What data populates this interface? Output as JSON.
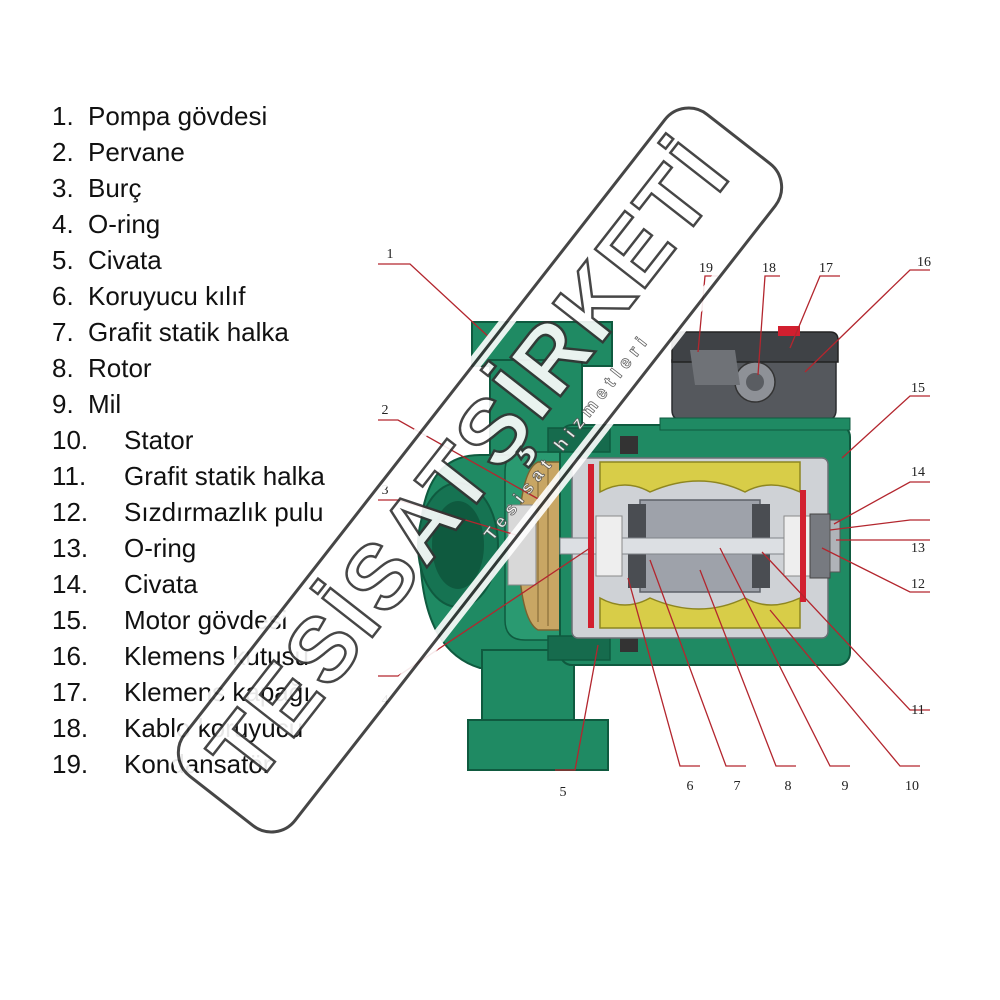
{
  "legend": [
    {
      "num": "1.",
      "text": "Pompa gövdesi"
    },
    {
      "num": "2.",
      "text": "Pervane"
    },
    {
      "num": "3.",
      "text": "Burç"
    },
    {
      "num": "4.",
      "text": "O-ring"
    },
    {
      "num": "5.",
      "text": "Civata"
    },
    {
      "num": "6.",
      "text": "Koruyucu kılıf"
    },
    {
      "num": "7.",
      "text": "Grafit statik halka"
    },
    {
      "num": "8.",
      "text": "Rotor"
    },
    {
      "num": "9.",
      "text": "Mil"
    },
    {
      "num": "10.",
      "text": "Stator"
    },
    {
      "num": "11.",
      "text": "Grafit statik halka"
    },
    {
      "num": "12.",
      "text": "Sızdırmazlık pulu"
    },
    {
      "num": "13.",
      "text": "O-ring"
    },
    {
      "num": "14.",
      "text": "Civata"
    },
    {
      "num": "15.",
      "text": "Motor gövdesi"
    },
    {
      "num": "16.",
      "text": "Klemens kutusu"
    },
    {
      "num": "17.",
      "text": "Klemens kapağı"
    },
    {
      "num": "18.",
      "text": "Kablo koruyucu"
    },
    {
      "num": "19.",
      "text": "Kondansatör"
    }
  ],
  "callouts": [
    "1",
    "2",
    "3",
    "4",
    "5",
    "6",
    "7",
    "8",
    "9",
    "10",
    "11",
    "12",
    "13",
    "14",
    "15",
    "16",
    "17",
    "18",
    "19"
  ],
  "watermark": {
    "brand": "TESİSATŞİRKETİ",
    "tagline": "Tesisat hizmetleri"
  },
  "colors": {
    "housing": "#1f8a63",
    "housing_dark": "#0f5a3f",
    "stator": "#d8cd48",
    "rotor": "#9ea2aa",
    "seal_red": "#d21f2f",
    "impeller": "#c8a664",
    "leader": "#b3262e",
    "terminal_box": "#55585d"
  }
}
